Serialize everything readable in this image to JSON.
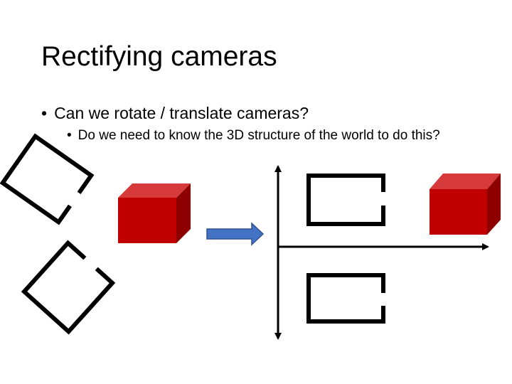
{
  "slide": {
    "title": "Rectifying cameras",
    "bullets": [
      {
        "marker": "•",
        "text": "Can we rotate / translate cameras?"
      },
      {
        "marker": "•",
        "text": "Do we need to know the 3D structure of the world to do this?"
      }
    ]
  },
  "colors": {
    "cube_front": "#c00000",
    "cube_top": "#d63a3a",
    "cube_side": "#8e0000",
    "arrow": "#4472c4",
    "arrow_outline": "#2f528f",
    "ink": "#000000"
  },
  "icons": {
    "arrow": "right-arrow",
    "cube": "red-cube",
    "camera": "camera-frame"
  }
}
